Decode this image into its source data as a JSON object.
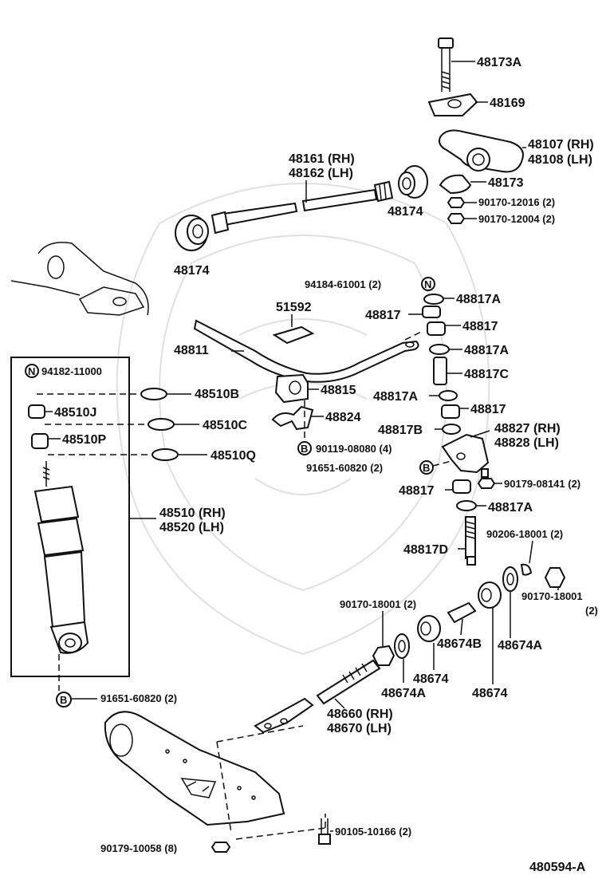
{
  "labels": {
    "p48173A": "48173A",
    "p48169": "48169",
    "p48107": "48107 (RH)",
    "p48108": "48108 (LH)",
    "p48161": "48161 (RH)",
    "p48162": "48162 (LH)",
    "p48173": "48173",
    "p90170_12016": "90170-12016 (2)",
    "p48174_top": "48174",
    "p90170_12004": "90170-12004 (2)",
    "p48174_left": "48174",
    "p94184": "94184-61001 (2)",
    "p48817A_1": "48817A",
    "p51592": "51592",
    "p48817_1": "48817",
    "p48817_2": "48817",
    "p48811": "48811",
    "p48817A_2": "48817A",
    "p48817C": "48817C",
    "p94182": "94182-11000",
    "p48815": "48815",
    "p48817A_3": "48817A",
    "p48817_3": "48817",
    "p48510B": "48510B",
    "p48510J": "48510J",
    "p48824": "48824",
    "p48510C": "48510C",
    "p48817B": "48817B",
    "p48827": "48827 (RH)",
    "p48828": "48828 (LH)",
    "p48510P": "48510P",
    "p90119": "90119-08080 (4)",
    "p48510Q": "48510Q",
    "p91651_a": "91651-60820 (2)",
    "p48817_4": "48817",
    "p90179_08141": "90179-08141 (2)",
    "p48510": "48510 (RH)",
    "p48520": "48520 (LH)",
    "p48817A_4": "48817A",
    "p90206": "90206-18001 (2)",
    "p48817D": "48817D",
    "p90170_18001_r": "90170-18001",
    "p90170_18001_r2": "(2)",
    "p90170_18001_l": "90170-18001 (2)",
    "p48674B": "48674B",
    "p48674A_r": "48674A",
    "p48674_m": "48674",
    "p48674A_l": "48674A",
    "p48674_r": "48674",
    "p91651_b": "91651-60820 (2)",
    "p48660": "48660 (RH)",
    "p48670": "48670 (LH)",
    "p90179_10058": "90179-10058 (8)",
    "p90105": "90105-10166 (2)",
    "figure_code": "480594-A"
  },
  "marks": {
    "n_symbol": "N",
    "b_symbol": "B"
  }
}
